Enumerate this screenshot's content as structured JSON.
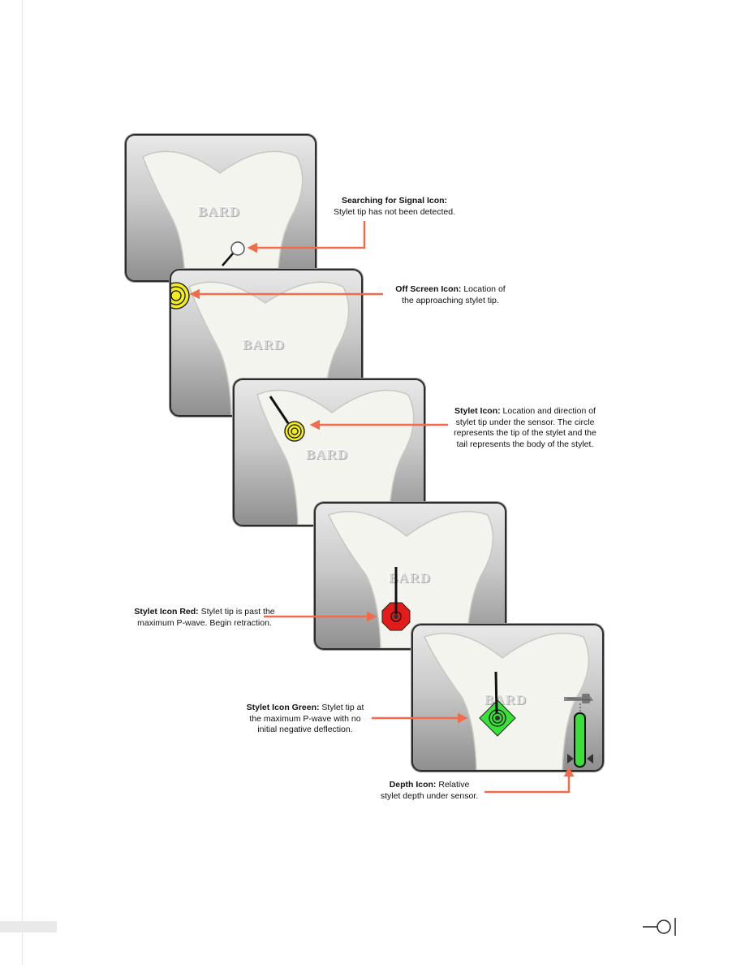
{
  "brand": "BARD",
  "colors": {
    "arrow": "#f26b4a",
    "icon_yellow": "#f2ec1c",
    "icon_red": "#e21b1b",
    "icon_green": "#38e038",
    "panel_border": "#2c2c2c"
  },
  "icons": [
    "searching-signal-icon",
    "off-screen-icon",
    "stylet-icon",
    "stylet-icon-red",
    "stylet-icon-green",
    "depth-icon"
  ],
  "panels": [
    {
      "id": "searching",
      "caption_title": "Searching for Signal Icon:",
      "caption_lines": [
        "Stylet tip has not been detected."
      ]
    },
    {
      "id": "off-screen",
      "caption_title": "Off Screen Icon:",
      "caption_rest": " Location of",
      "caption_lines": [
        "the approaching stylet tip."
      ]
    },
    {
      "id": "stylet",
      "caption_title": "Stylet Icon:",
      "caption_rest": " Location and direction of",
      "caption_lines": [
        "stylet tip under the sensor.  The circle",
        "represents the tip of the stylet and the",
        "tail represents the body of the stylet."
      ]
    },
    {
      "id": "stylet-red",
      "caption_title": "Stylet Icon Red:",
      "caption_rest": " Stylet tip is past the",
      "caption_lines": [
        "maximum P-wave. Begin retraction."
      ]
    },
    {
      "id": "stylet-green",
      "caption_title": "Stylet Icon Green:",
      "caption_rest": " Stylet tip at",
      "caption_lines": [
        "the maximum P-wave with no",
        "initial negative deflection."
      ]
    },
    {
      "id": "depth",
      "caption_title": "Depth Icon:",
      "caption_rest": " Relative",
      "caption_lines": [
        "stylet depth under sensor."
      ]
    }
  ]
}
